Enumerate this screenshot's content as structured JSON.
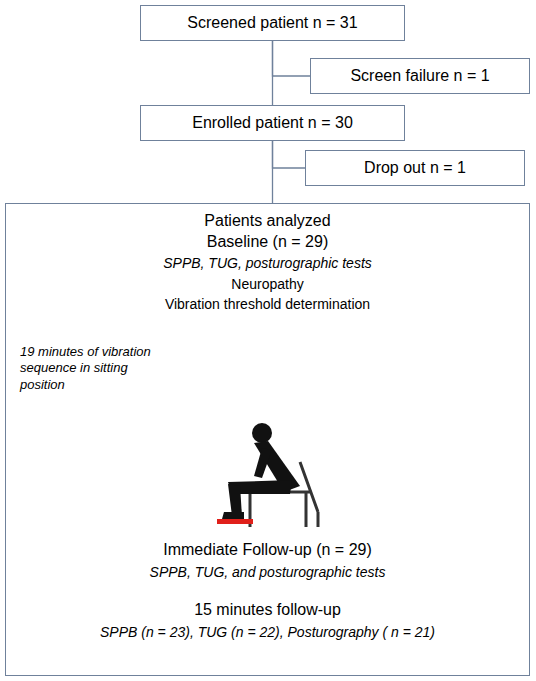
{
  "diagram": {
    "nodes": [
      {
        "text": [
          "Screened patient n = 31"
        ]
      },
      {
        "text": [
          "Screen failure n = 1"
        ]
      },
      {
        "text": [
          "Enrolled patient n = 30"
        ]
      },
      {
        "text": [
          "Drop out n = 1"
        ]
      },
      {
        "text": [
          "Patients analyzed",
          "Baseline (n = 29)",
          "SPPB, TUG, posturographic tests",
          "Neuropathy",
          "Vibration threshold determination",
          "19 minutes of vibration sequence in sitting position",
          "Immediate Follow-up (n = 29)",
          "SPPB, TUG, and posturographic tests",
          "15 minutes follow-up",
          "SPPB (n = 23), TUG (n = 22), Posturography ( n = 21)"
        ]
      }
    ],
    "edges": [
      {
        "from": 0,
        "to": 1,
        "arrow": "none"
      },
      {
        "from": 0,
        "to": 2,
        "arrow": "none"
      },
      {
        "from": 2,
        "to": 3,
        "arrow": "none"
      },
      {
        "from": 2,
        "to": 4,
        "arrow": "none"
      }
    ]
  }
}
